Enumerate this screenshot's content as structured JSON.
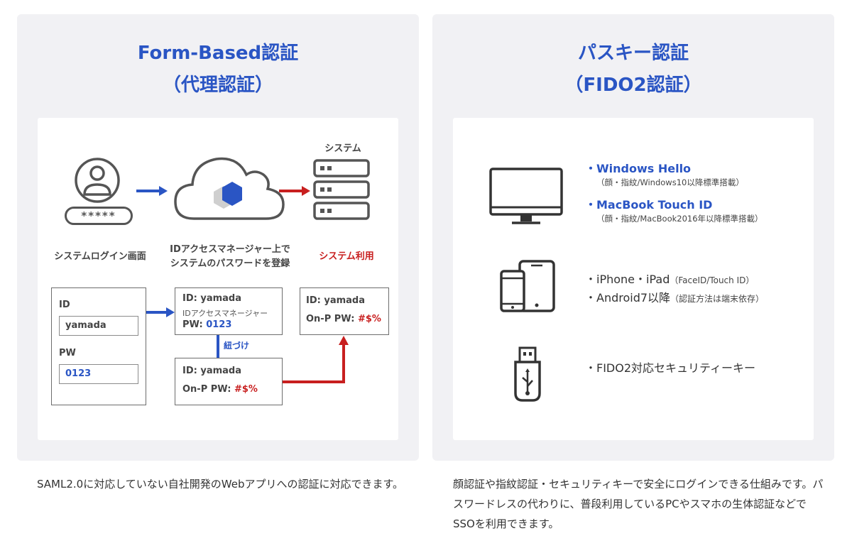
{
  "left_panel": {
    "title_line1": "Form-Based認証",
    "title_line2": "（代理認証）",
    "labels": {
      "login_screen": "システムログイン画面",
      "manager_line1": "IDアクセスマネージャー上で",
      "manager_line2": "システムのパスワードを登録",
      "system_top": "システム",
      "system_use": "システム利用",
      "link": "紐づけ"
    },
    "password_mask": "*****",
    "login_box": {
      "id_label": "ID",
      "id_value": "yamada",
      "pw_label": "PW",
      "pw_value": "0123"
    },
    "manager_box": {
      "id_line": "ID: yamada",
      "sub_line": "IDアクセスマネージャー",
      "pw_prefix": "PW: ",
      "pw_value": "0123"
    },
    "onp_box": {
      "id_line": "ID: yamada",
      "pw_prefix": "On-P PW: ",
      "pw_value": "#$%"
    },
    "system_box": {
      "id_line": "ID: yamada",
      "pw_prefix": "On-P PW: ",
      "pw_value": "#$%"
    },
    "caption": "SAML2.0に対応していない自社開発のWebアプリへの認証に対応できます。"
  },
  "right_panel": {
    "title_line1": "パスキー認証",
    "title_line2": "（FIDO2認証）",
    "items": [
      {
        "main": "・Windows Hello",
        "note": "（顔・指紋/Windows10以降標準搭載）"
      },
      {
        "main": "・MacBook Touch ID",
        "note": "（顔・指紋/MacBook2016年以降標準搭載）"
      },
      {
        "main": "・iPhone・iPad",
        "note": "（FaceID/Touch ID）"
      },
      {
        "main": "・Android7以降",
        "note": "（認証方法は端末依存）"
      },
      {
        "main": "・FIDO2対応セキュリティーキー"
      }
    ],
    "caption": "顔認証や指紋認証・セキュリティキーで安全にログインできる仕組みです。パスワードレスの代わりに、普段利用しているPCやスマホの生体認証などでSSOを利用できます。"
  },
  "colors": {
    "accent_blue": "#2a55c4",
    "accent_red": "#c81f1f",
    "panel_bg": "#f1f1f4"
  }
}
